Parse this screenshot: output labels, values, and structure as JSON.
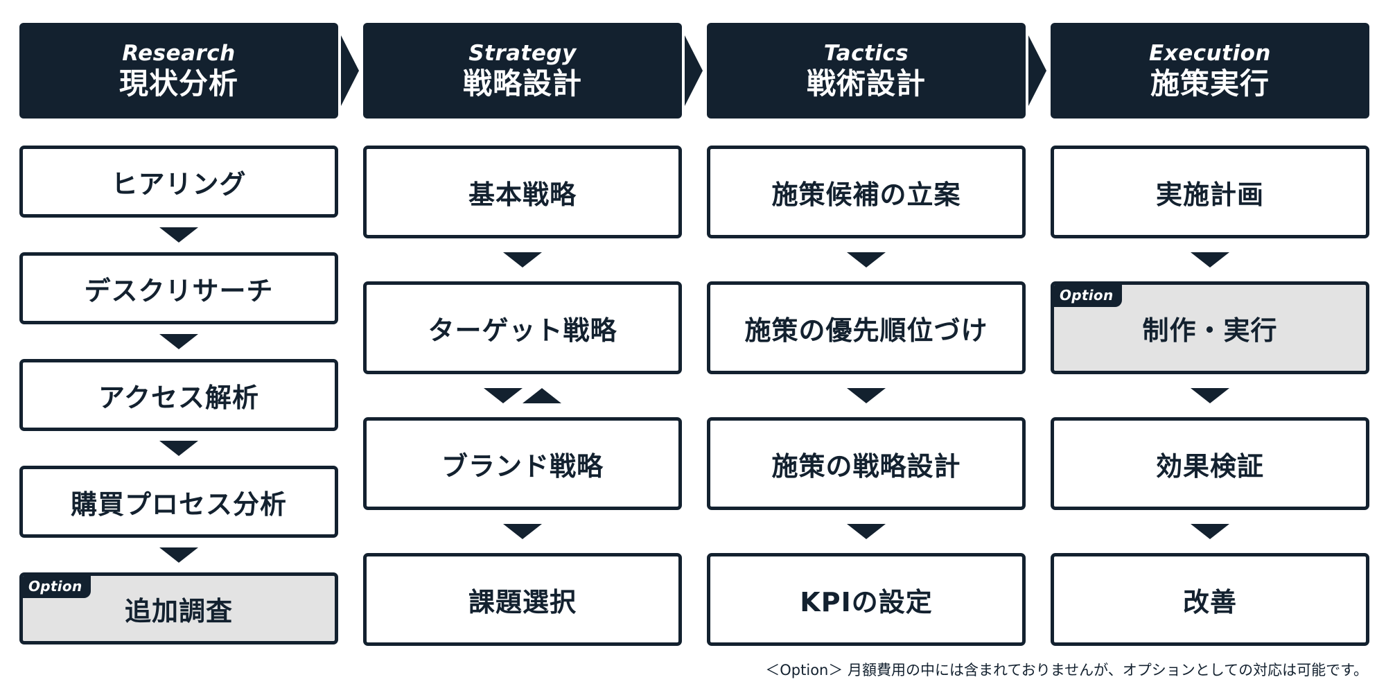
{
  "colors": {
    "navy": "#13212f",
    "option_bg": "#e3e3e3",
    "white": "#ffffff"
  },
  "columns": [
    {
      "en": "Research",
      "ja": "現状分析",
      "items": [
        {
          "label": "ヒアリング",
          "option": false
        },
        {
          "label": "デスクリサーチ",
          "option": false
        },
        {
          "label": "アクセス解析",
          "option": false
        },
        {
          "label": "購買プロセス分析",
          "option": false
        },
        {
          "label": "追加調査",
          "option": true
        }
      ]
    },
    {
      "en": "Strategy",
      "ja": "戦略設計",
      "items": [
        {
          "label": "基本戦略",
          "option": false
        },
        {
          "label": "ターゲット戦略",
          "option": false
        },
        {
          "label": "ブランド戦略",
          "option": false
        },
        {
          "label": "課題選択",
          "option": false
        }
      ]
    },
    {
      "en": "Tactics",
      "ja": "戦術設計",
      "items": [
        {
          "label": "施策候補の立案",
          "option": false
        },
        {
          "label": "施策の優先順位づけ",
          "option": false
        },
        {
          "label": "施策の戦略設計",
          "option": false
        },
        {
          "label": "KPIの設定",
          "option": false
        }
      ]
    },
    {
      "en": "Execution",
      "ja": "施策実行",
      "items": [
        {
          "label": "実施計画",
          "option": false
        },
        {
          "label": "制作・実行",
          "option": true
        },
        {
          "label": "効果検証",
          "option": false
        },
        {
          "label": "改善",
          "option": false
        }
      ]
    }
  ],
  "option_tag": "Option",
  "footnote": "＜Option＞ 月額費用の中には含まれておりませんが、オプションとしての対応は可能です。"
}
